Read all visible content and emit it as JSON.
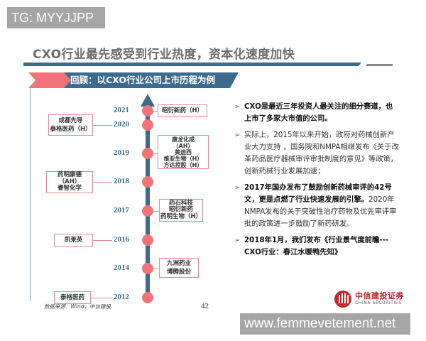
{
  "watermarks": {
    "top": "TG: MYYJJPP",
    "bottom": "www.femmevetement.net"
  },
  "slide": {
    "title": "CXO行业最先感受到行业热度，资本化速度加快",
    "banner": "回顾：以CXO行业公司上市历程为例",
    "colors": {
      "primary_blue": "#3d6b8e",
      "accent_red": "#f07479",
      "box_border": "#d98a92",
      "title_gray": "#6d6d6d"
    },
    "timeline": [
      {
        "year": "2021",
        "side": "right",
        "companies": [
          "昭衍新药（H）"
        ]
      },
      {
        "year": "2020",
        "side": "left",
        "companies": [
          "成都先导",
          "泰格医药（H）"
        ]
      },
      {
        "year": "2019",
        "side": "right",
        "companies": [
          "康龙化成",
          "（AH）",
          "美迪西",
          "维亚生物（H）",
          "方达控股（H）"
        ]
      },
      {
        "year": "2018",
        "side": "left",
        "companies": [
          "药明康德",
          "（AH）",
          "睿智化学"
        ]
      },
      {
        "year": "2017",
        "side": "right",
        "companies": [
          "药石科技",
          "昭衍新药",
          "药明生物（H）"
        ]
      },
      {
        "year": "2016",
        "side": "left",
        "companies": [
          "凯莱英"
        ]
      },
      {
        "year": "2014",
        "side": "right",
        "companies": [
          "九洲药业",
          "博腾股份"
        ]
      },
      {
        "year": "2012",
        "side": "left",
        "companies": [
          "泰格医药"
        ]
      }
    ],
    "bullets": [
      {
        "bold": "CXO是最近三年投资人最关注的细分赛道，也上市了多家大市值的公司。",
        "normal": ""
      },
      {
        "bold": "",
        "normal": "实际上，2015年以来开始，政府对药械创新产业大力支持 ，国务院和NMPA相继发布《关于改革药品医疗器械审评审批制度的意见》等政策，创新药械行业发展加速；"
      },
      {
        "bold": "2017年国办发布了鼓励创新药械审评的42号文，更是点燃了行业快速发展的引擎。",
        "normal": "2020年NMPA发布的关于突破性治疗药物及优先审评审批的政策进一步鼓励了新药研发。"
      },
      {
        "bold": "2018年1月，我们发布《行业景气度前瞻---CXO行业：春江水暖鸭先知》",
        "normal": ""
      }
    ],
    "source": "数据来源：Wind，中信建投",
    "page_number": "42",
    "logo": {
      "name_cn": "中信建投证券",
      "name_en": "CHINA SECURITIES"
    }
  }
}
